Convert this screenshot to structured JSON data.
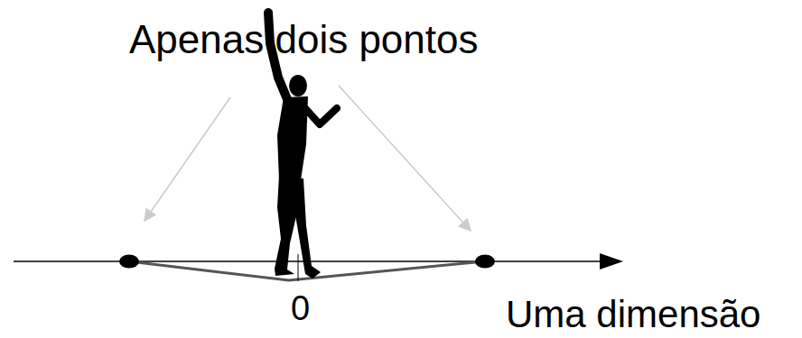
{
  "diagram": {
    "labels": [
      "Apenas dois pontos",
      "0",
      "Uma dimensão"
    ]
  }
}
